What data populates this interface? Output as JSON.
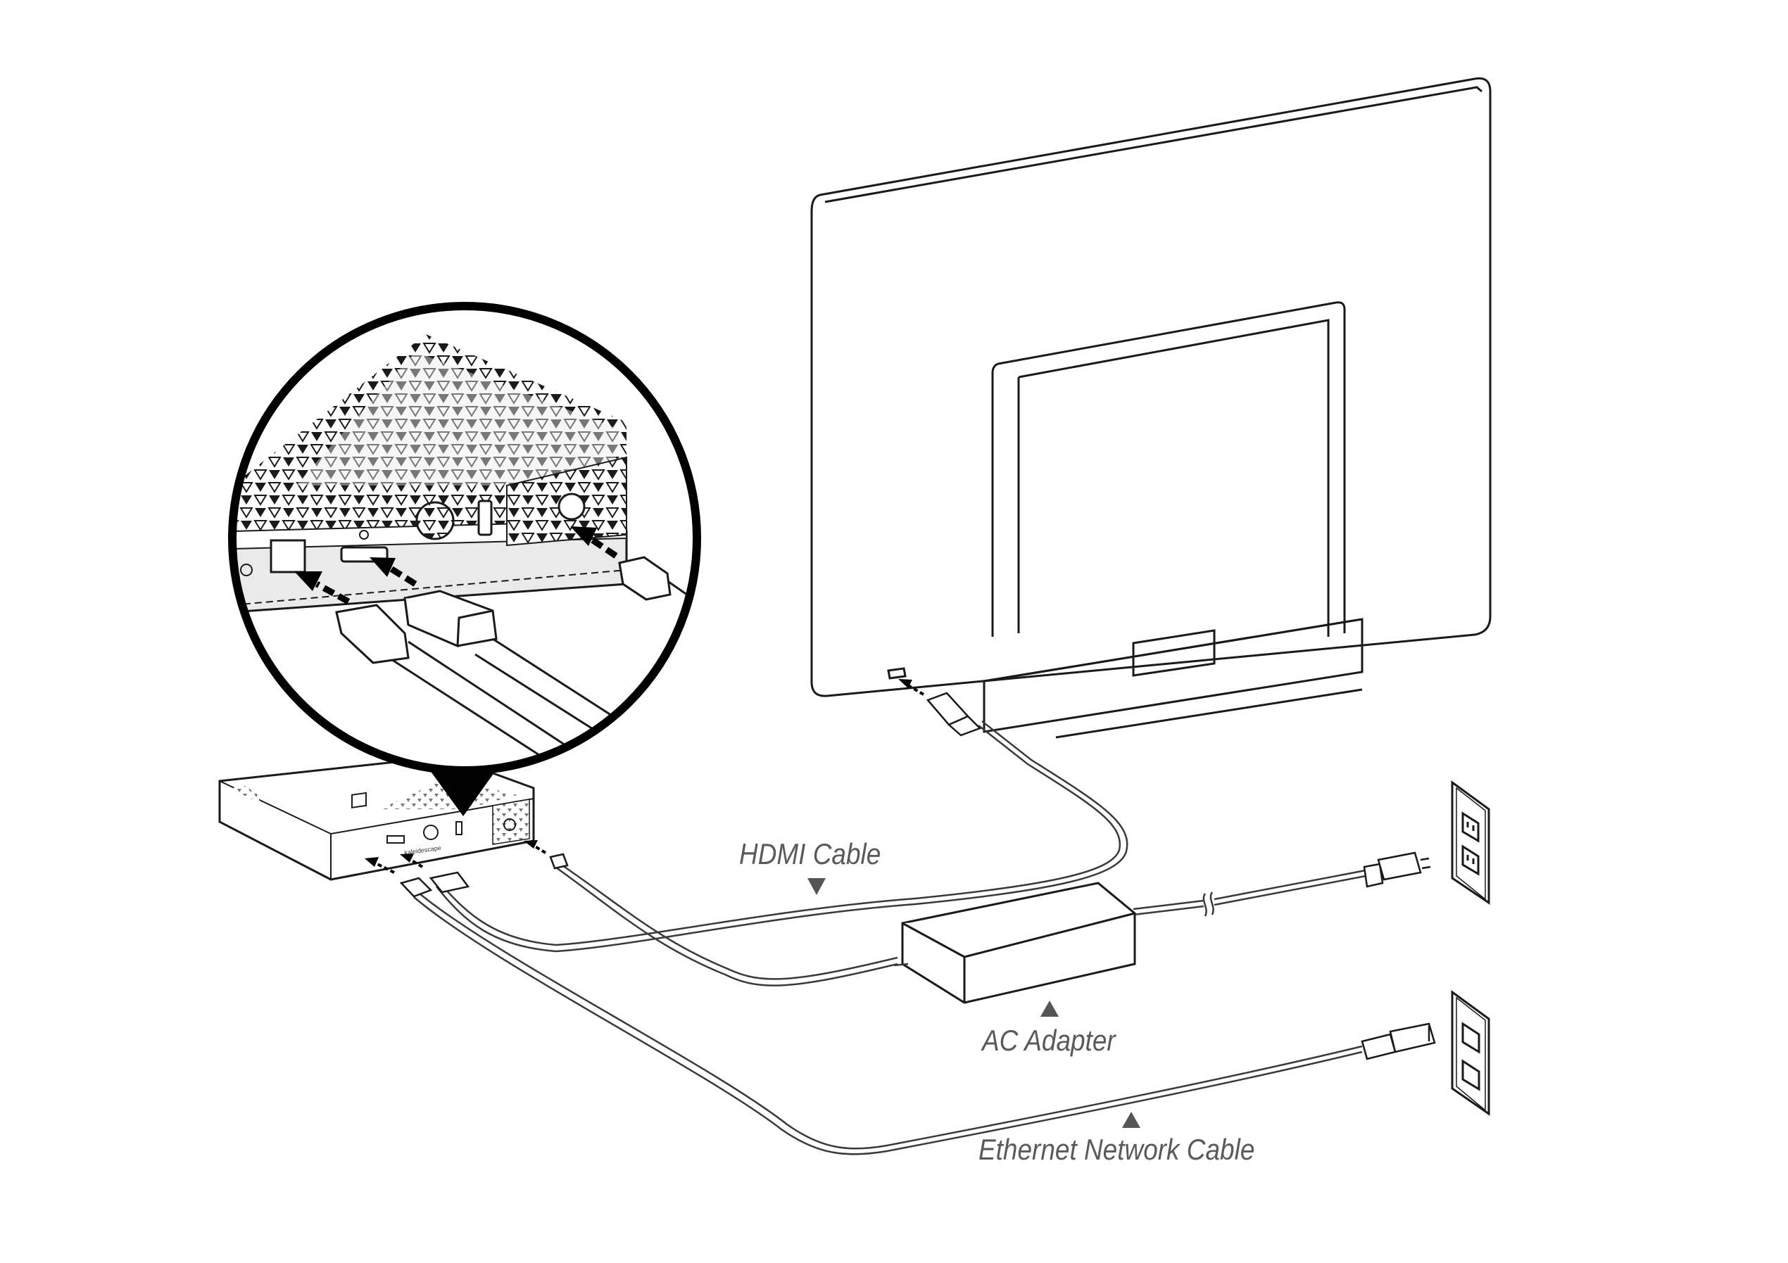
{
  "labels": {
    "hdmi": "HDMI Cable",
    "ac": "AC Adapter",
    "ethernet": "Ethernet Network Cable"
  },
  "box_label": "kaleidescape",
  "colors": {
    "line": "#1a1a1a",
    "cable": "#4a4a4a",
    "label": "#5a5a5a",
    "marker": "#555555",
    "callout": "#000000",
    "background": "#ffffff"
  }
}
